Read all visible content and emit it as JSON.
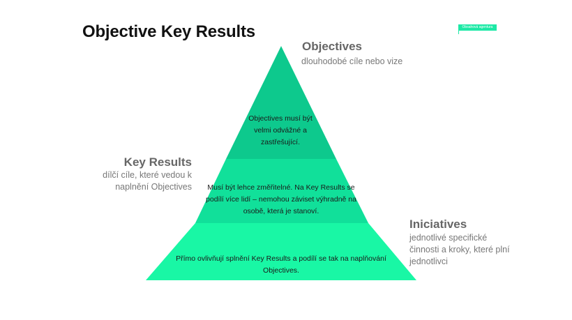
{
  "title": "Objective Key Results",
  "badge": "Obsahová agentura",
  "colors": {
    "top": "#0dc98d",
    "middle": "#11e09a",
    "bottom": "#19f7a5",
    "heading": "#666666",
    "description": "#777777"
  },
  "pyramid": {
    "top_text": "Objectives musí být velmi odvážné a zastřešující.",
    "middle_text": "Musí být lehce změřitelné. Na Key Results se podílí více lidí – nemohou záviset výhradně na osobě, která je stanoví.",
    "bottom_text": "Přímo ovlivňují splnění Key Results a podílí se tak na naplňování Objectives."
  },
  "labels": {
    "objectives": {
      "heading": "Objectives",
      "description": "dlouhodobé cíle nebo vize"
    },
    "key_results": {
      "heading": "Key Results",
      "description": "dílčí cíle, které vedou k naplnění Objectives"
    },
    "initiatives": {
      "heading": "Iniciatives",
      "description": "jednotlivé specifické činnosti a kroky, které plní jednotlivci"
    }
  }
}
